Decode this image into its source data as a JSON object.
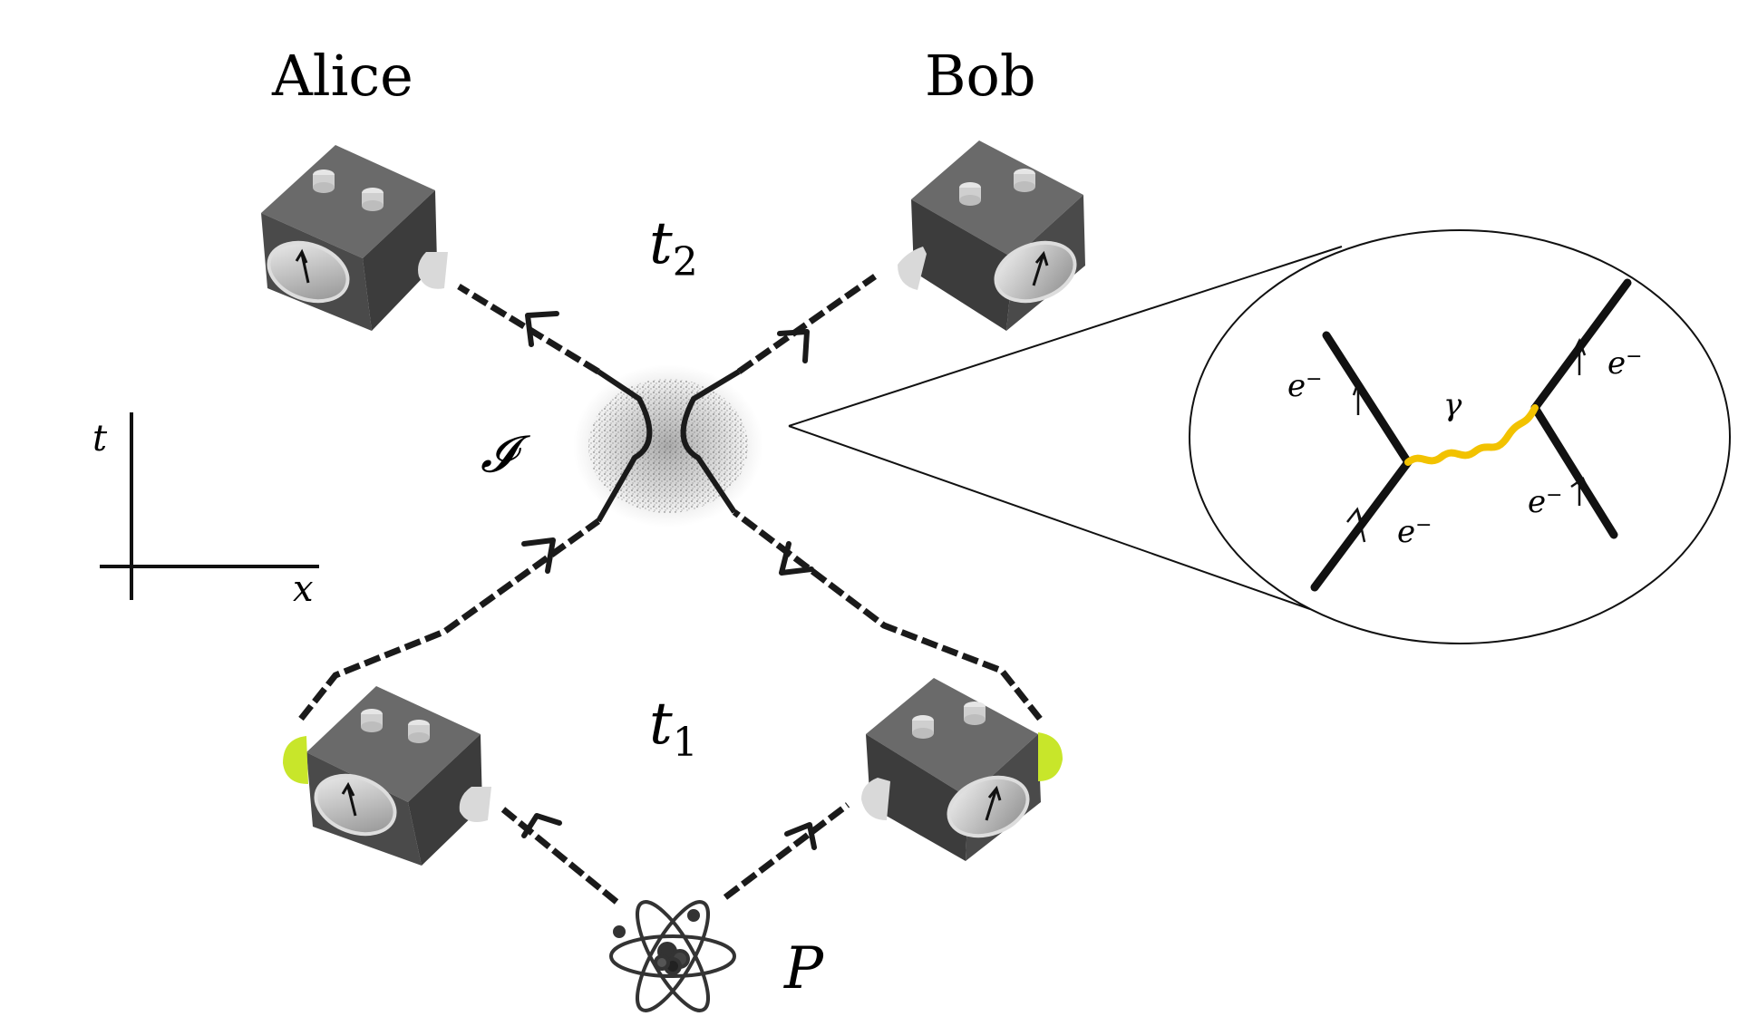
{
  "parties": {
    "alice": "Alice",
    "bob": "Bob"
  },
  "labels": {
    "t2_main": "t",
    "t2_sub": "2",
    "t1_main": "t",
    "t1_sub": "1",
    "interaction": "𝓘",
    "source": "P"
  },
  "axes": {
    "t_label": "t",
    "x_label": "x"
  },
  "feynman": {
    "electron_top_left": "e",
    "electron_top_right": "e",
    "electron_bottom_left": "e",
    "electron_bottom_right": "e",
    "charge": "−",
    "photon": "γ"
  },
  "colors": {
    "box": "#555555",
    "box_dark": "#3a3a3a",
    "knob": "#d9d9d9",
    "indicator": "#c8e62a",
    "photon": "#f2c200",
    "line": "#1a1a1a"
  }
}
